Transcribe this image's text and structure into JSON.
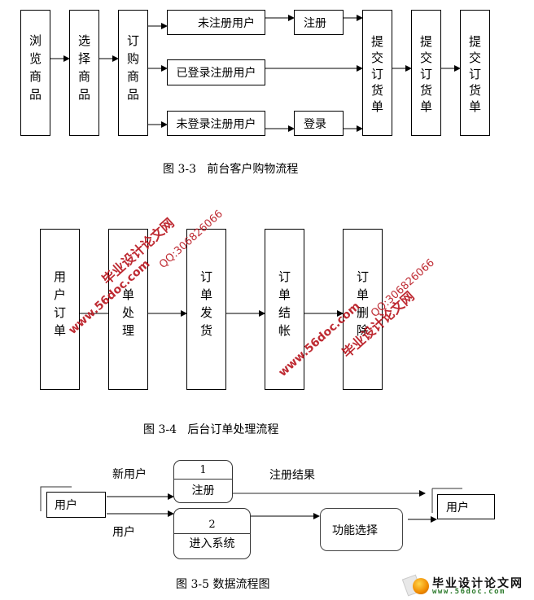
{
  "fig33": {
    "caption": "图 3-3   前台客户购物流程",
    "browse": [
      "浏",
      "览",
      "商",
      "品"
    ],
    "select": [
      "选",
      "择",
      "商",
      "品"
    ],
    "order": [
      "订",
      "购",
      "商",
      "品"
    ],
    "unregistered": "未注册用户",
    "logged_in": "已登录注册用户",
    "not_logged_in": "未登录注册用户",
    "register": "注册",
    "login": "登录",
    "submit": [
      [
        "提",
        "交",
        "订",
        "货",
        "单"
      ],
      [
        "提",
        "交",
        "订",
        "货",
        "单"
      ],
      [
        "提",
        "交",
        "订",
        "货",
        "单"
      ]
    ]
  },
  "fig34": {
    "caption": "图 3-4   后台订单处理流程",
    "user_order": [
      "用",
      "户",
      "订",
      "单"
    ],
    "process": [
      "单",
      "处",
      "理"
    ],
    "ship": [
      "订",
      "单",
      "发",
      "货"
    ],
    "settle": [
      "订",
      "单",
      "结",
      "帐"
    ],
    "delete": [
      "订",
      "单",
      "删",
      "除"
    ]
  },
  "fig35": {
    "caption": "图 3-5 数据流程图",
    "user_src": "用户",
    "user_dst": "用户",
    "new_user": "新用户",
    "user_flow": "用户",
    "p1_num": "1",
    "p1_name": "注册",
    "p2_num": "2",
    "p2_name": "进入系统",
    "reg_result": "注册结果",
    "func_select": "功能选择"
  },
  "watermark": {
    "site_cn": "毕业设计论文网",
    "url": "www.56doc.com",
    "qq": "QQ:306826066",
    "color": "#b8141c"
  },
  "logo": {
    "cn": "毕业设计论文网",
    "url": "www.56doc.com"
  }
}
